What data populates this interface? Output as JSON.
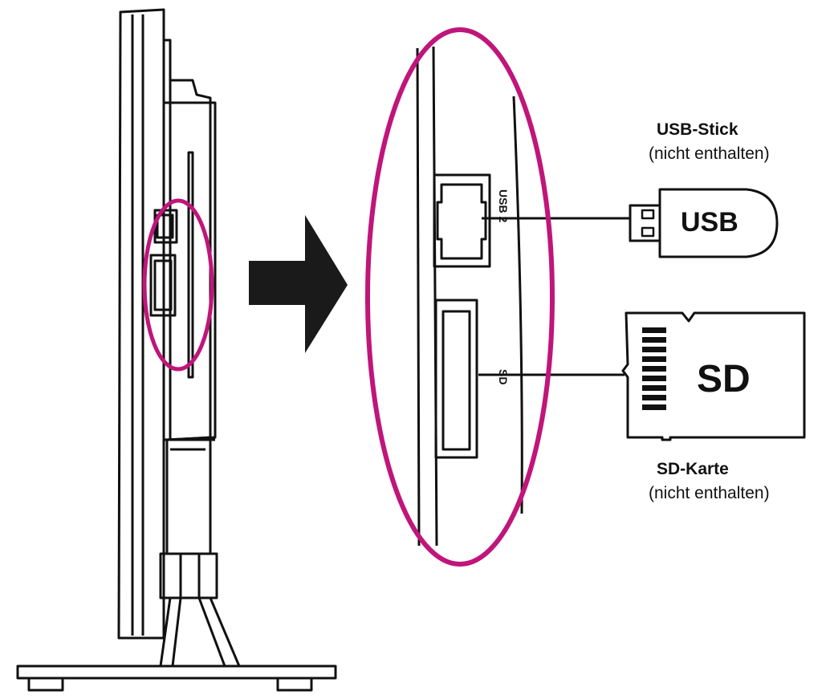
{
  "colors": {
    "highlight": "#c0157a",
    "line": "#111111",
    "arrow": "#1a1a1a",
    "background": "#ffffff"
  },
  "port_labels": {
    "usb": "USB 2",
    "sd": "SD"
  },
  "devices": {
    "usb_stick": {
      "title": "USB-Stick",
      "note": "(nicht enthalten)",
      "body_label": "USB"
    },
    "sd_card": {
      "title": "SD-Karte",
      "note": "(nicht enthalten)",
      "body_label": "SD"
    }
  }
}
